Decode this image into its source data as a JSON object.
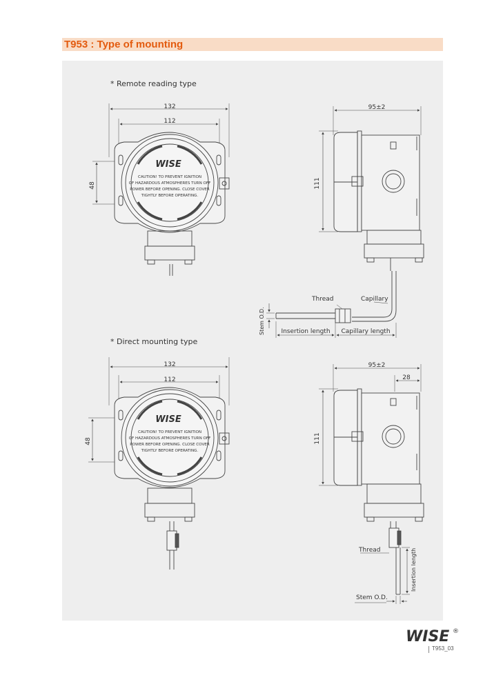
{
  "header": {
    "title": "T953 : Type of mounting"
  },
  "brand": {
    "logo_text": "WISE",
    "registered_mark": "®",
    "accent_color": "#e30613"
  },
  "page": {
    "code": "T953_03"
  },
  "remote": {
    "heading": "* Remote reading type",
    "dim_width_outer": "132",
    "dim_width_inner": "112",
    "dim_height_side": "48",
    "dim_depth": "95±2",
    "dim_height": "111",
    "label_thread": "Thread",
    "label_capillary": "Capillary",
    "label_insertion_length": "Insertion length",
    "label_capillary_length": "Capillary length",
    "label_stem_od": "Stem O.D."
  },
  "direct": {
    "heading": "* Direct mounting type",
    "dim_width_outer": "132",
    "dim_width_inner": "112",
    "dim_height_side": "48",
    "dim_depth": "95±2",
    "dim_offset": "28",
    "dim_height": "111",
    "label_thread": "Thread",
    "label_insertion_length": "Insertion length",
    "label_stem_od": "Stem O.D."
  },
  "caution": {
    "logo": "WISE",
    "line1": "CAUTION! TO PREVENT IGNITION",
    "line2": "OF HAZARDOUS ATMOSPHERES TURN OFF",
    "line3": "POWER BEFORE OPENING.  CLOSE COVER",
    "line4": "TIGHTLY BEFORE OPERATING."
  }
}
